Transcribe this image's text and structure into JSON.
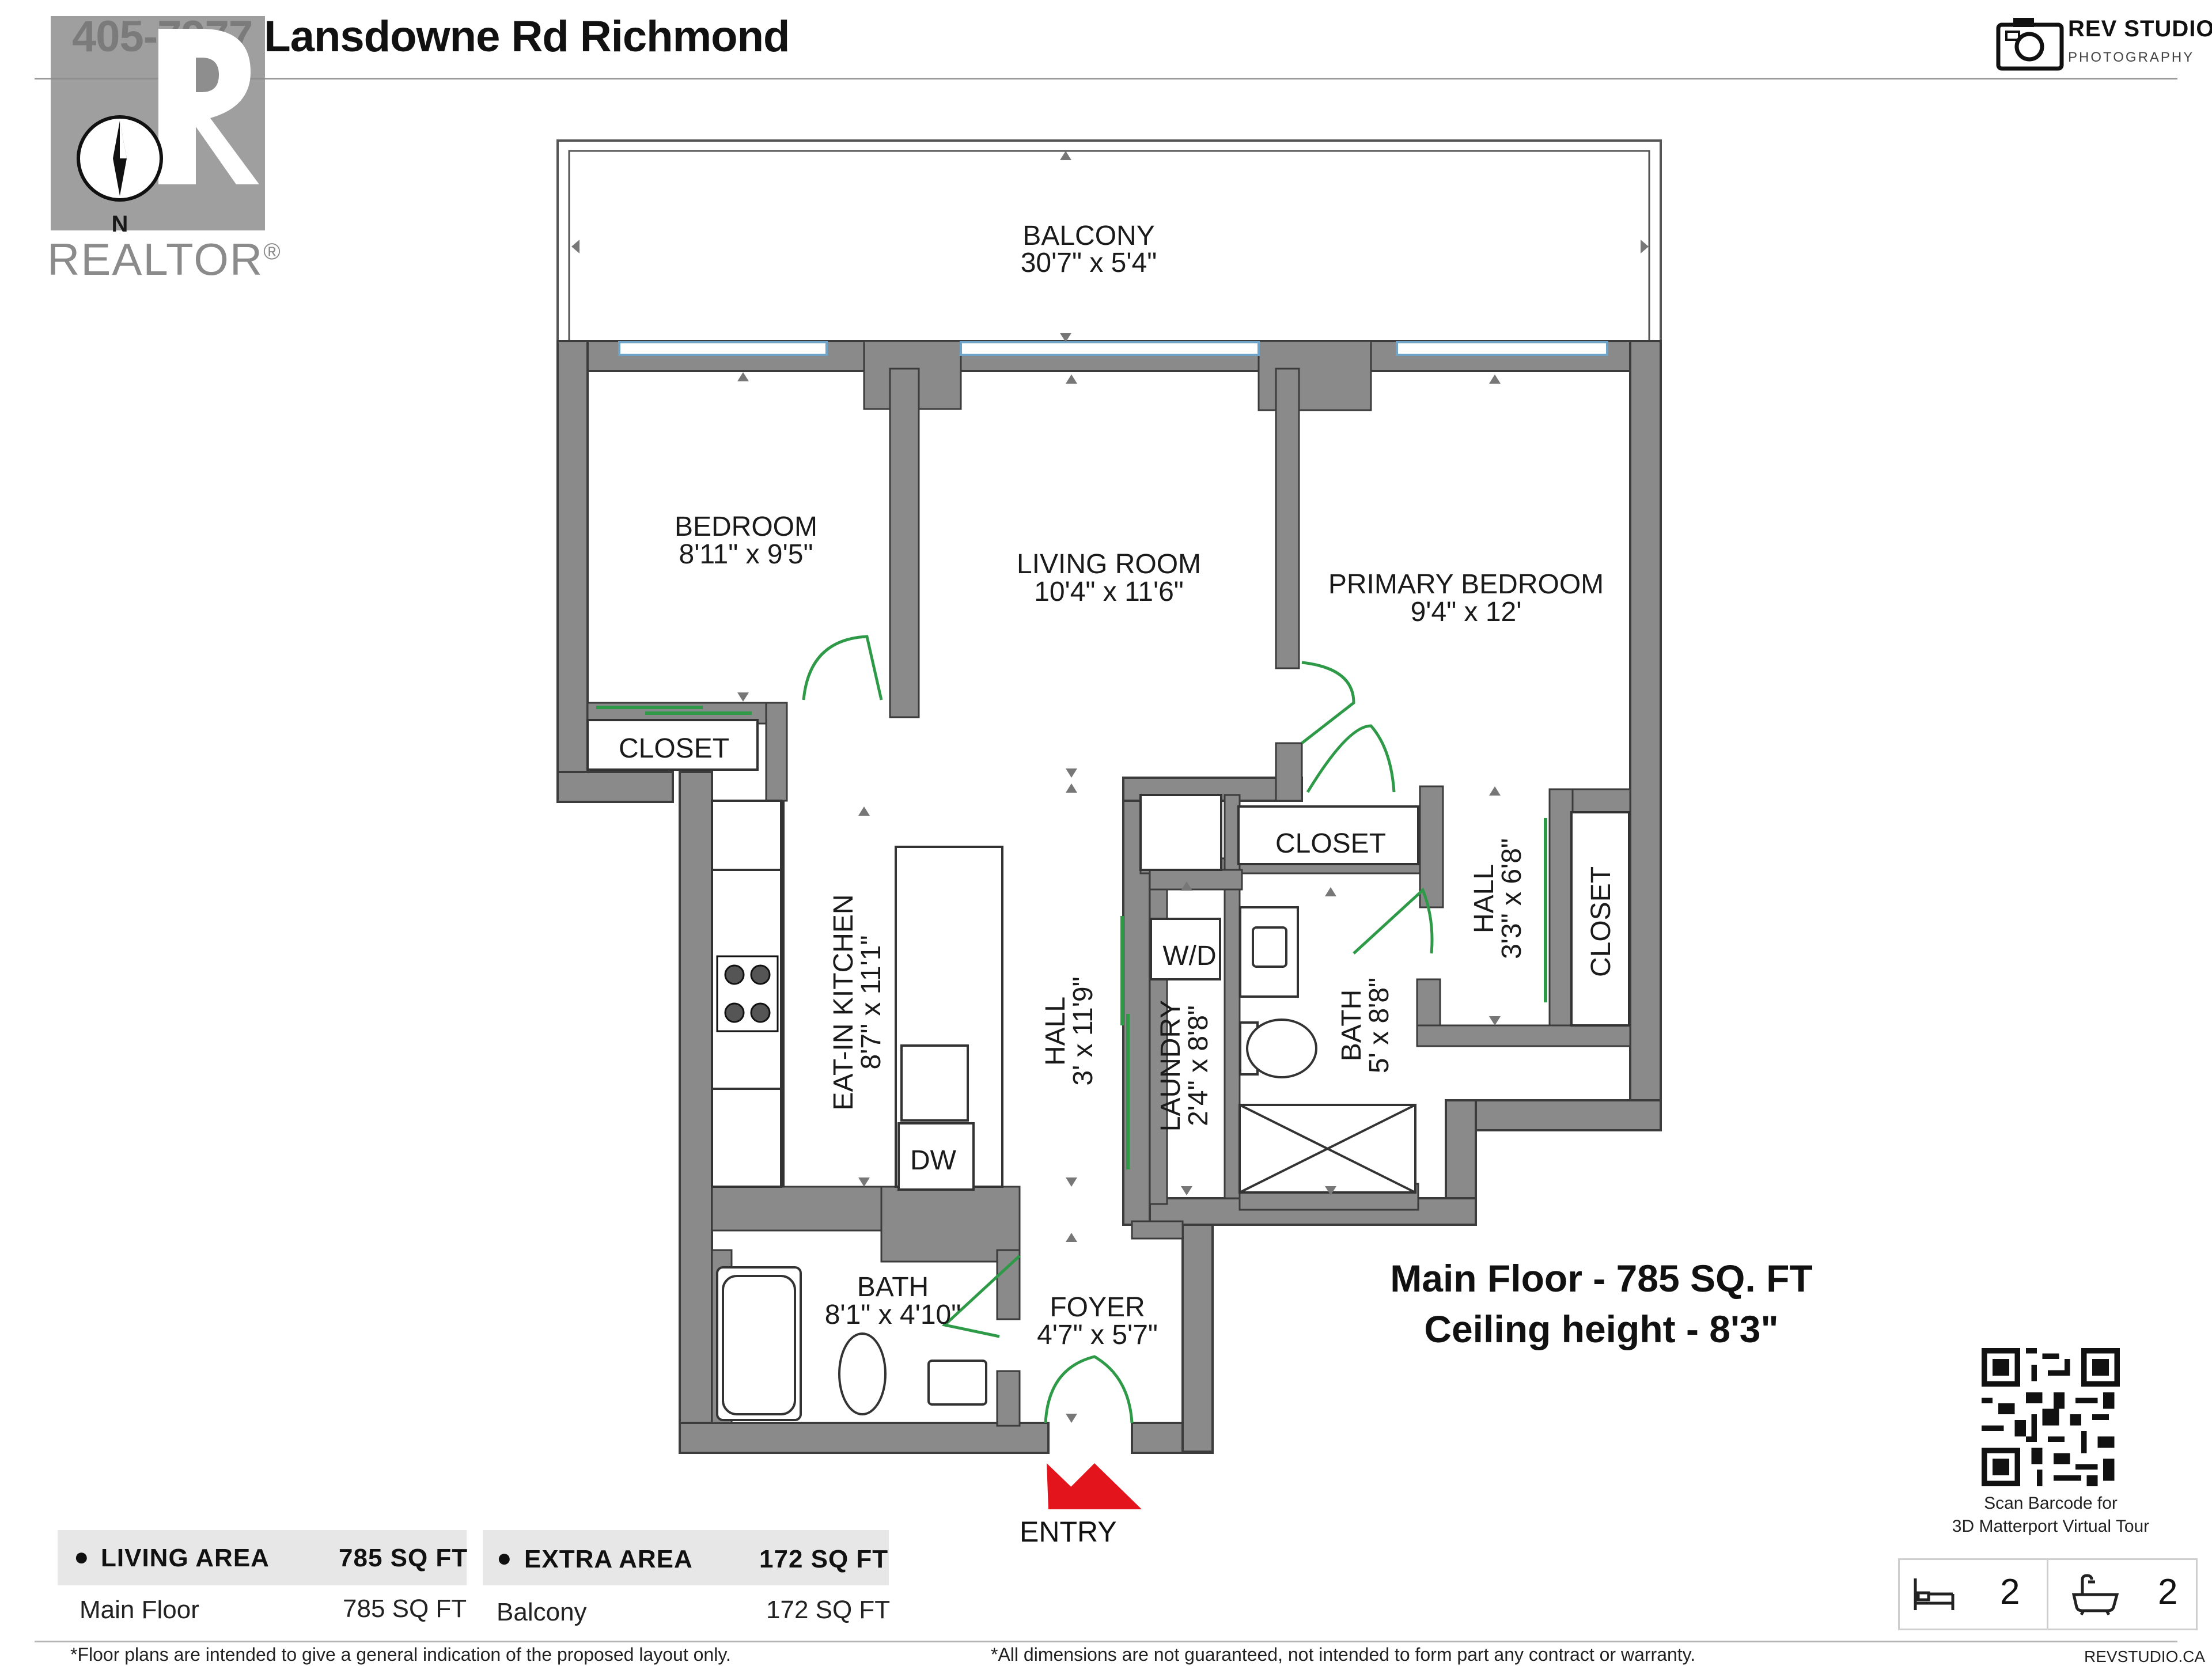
{
  "header": {
    "title": "405-7977 Lansdowne Rd Richmond",
    "studio_name": "REV STUDIO",
    "studio_sub": "PHOTOGRAPHY"
  },
  "watermark": {
    "word": "REALTOR",
    "registered": "®",
    "north": "N"
  },
  "rooms": {
    "balcony": {
      "name": "BALCONY",
      "dims": "30'7\" x 5'4\""
    },
    "bedroom": {
      "name": "BEDROOM",
      "dims": "8'11\" x 9'5\""
    },
    "living": {
      "name": "LIVING ROOM",
      "dims": "10'4\" x 11'6\""
    },
    "primary": {
      "name": "PRIMARY BEDROOM",
      "dims": "9'4\" x 12'"
    },
    "closet1": {
      "name": "CLOSET"
    },
    "closet2": {
      "name": "CLOSET"
    },
    "closet3": {
      "name": "CLOSET"
    },
    "kitchen": {
      "name": "EAT-IN KITCHEN",
      "dims": "8'7\" x 11'1\""
    },
    "hall_main": {
      "name": "HALL",
      "dims": "3' x 11'9\""
    },
    "laundry": {
      "name": "LAUNDRY",
      "dims": "2'4\" x 8'8\""
    },
    "bath_ensuite": {
      "name": "BATH",
      "dims": "5' x 8'8\""
    },
    "hall_primary": {
      "name": "HALL",
      "dims": "3'3\" x 6'8\""
    },
    "bath_main": {
      "name": "BATH",
      "dims": "8'1\" x 4'10\""
    },
    "foyer": {
      "name": "FOYER",
      "dims": "4'7\" x 5'7\""
    },
    "wd": "W/D",
    "dw": "DW"
  },
  "entry_label": "ENTRY",
  "summary": {
    "line1": "Main Floor - 785 SQ. FT",
    "line2": "Ceiling height - 8'3\""
  },
  "tables": {
    "living": {
      "header_label": "LIVING AREA",
      "header_value": "785 SQ FT",
      "rows": [
        {
          "label": "Main Floor",
          "value": "785 SQ FT"
        }
      ]
    },
    "extra": {
      "header_label": "EXTRA AREA",
      "header_value": "172 SQ FT",
      "rows": [
        {
          "label": "Balcony",
          "value": "172 SQ FT"
        }
      ]
    }
  },
  "qr": {
    "caption_line1": "Scan Barcode for",
    "caption_line2": "3D Matterport Virtual Tour"
  },
  "stats": {
    "bedrooms": "2",
    "bathrooms": "2"
  },
  "footer": {
    "left": "*Floor plans are intended to give a general indication of the proposed layout only.",
    "center": "*All dimensions are not guaranteed, not intended to form part any contract or warranty.",
    "right": "REVSTUDIO.CA"
  },
  "colors": {
    "wall": "#8a8a8a",
    "wall_dark": "#555555",
    "door": "#2e9a48",
    "window": "#6fa3c7",
    "entry_arrow": "#e3141b",
    "table_header": "#e7e7e7"
  },
  "icons": {
    "bed": "bed-icon",
    "bath": "bathtub-icon",
    "camera": "camera-icon",
    "compass": "compass-icon"
  }
}
